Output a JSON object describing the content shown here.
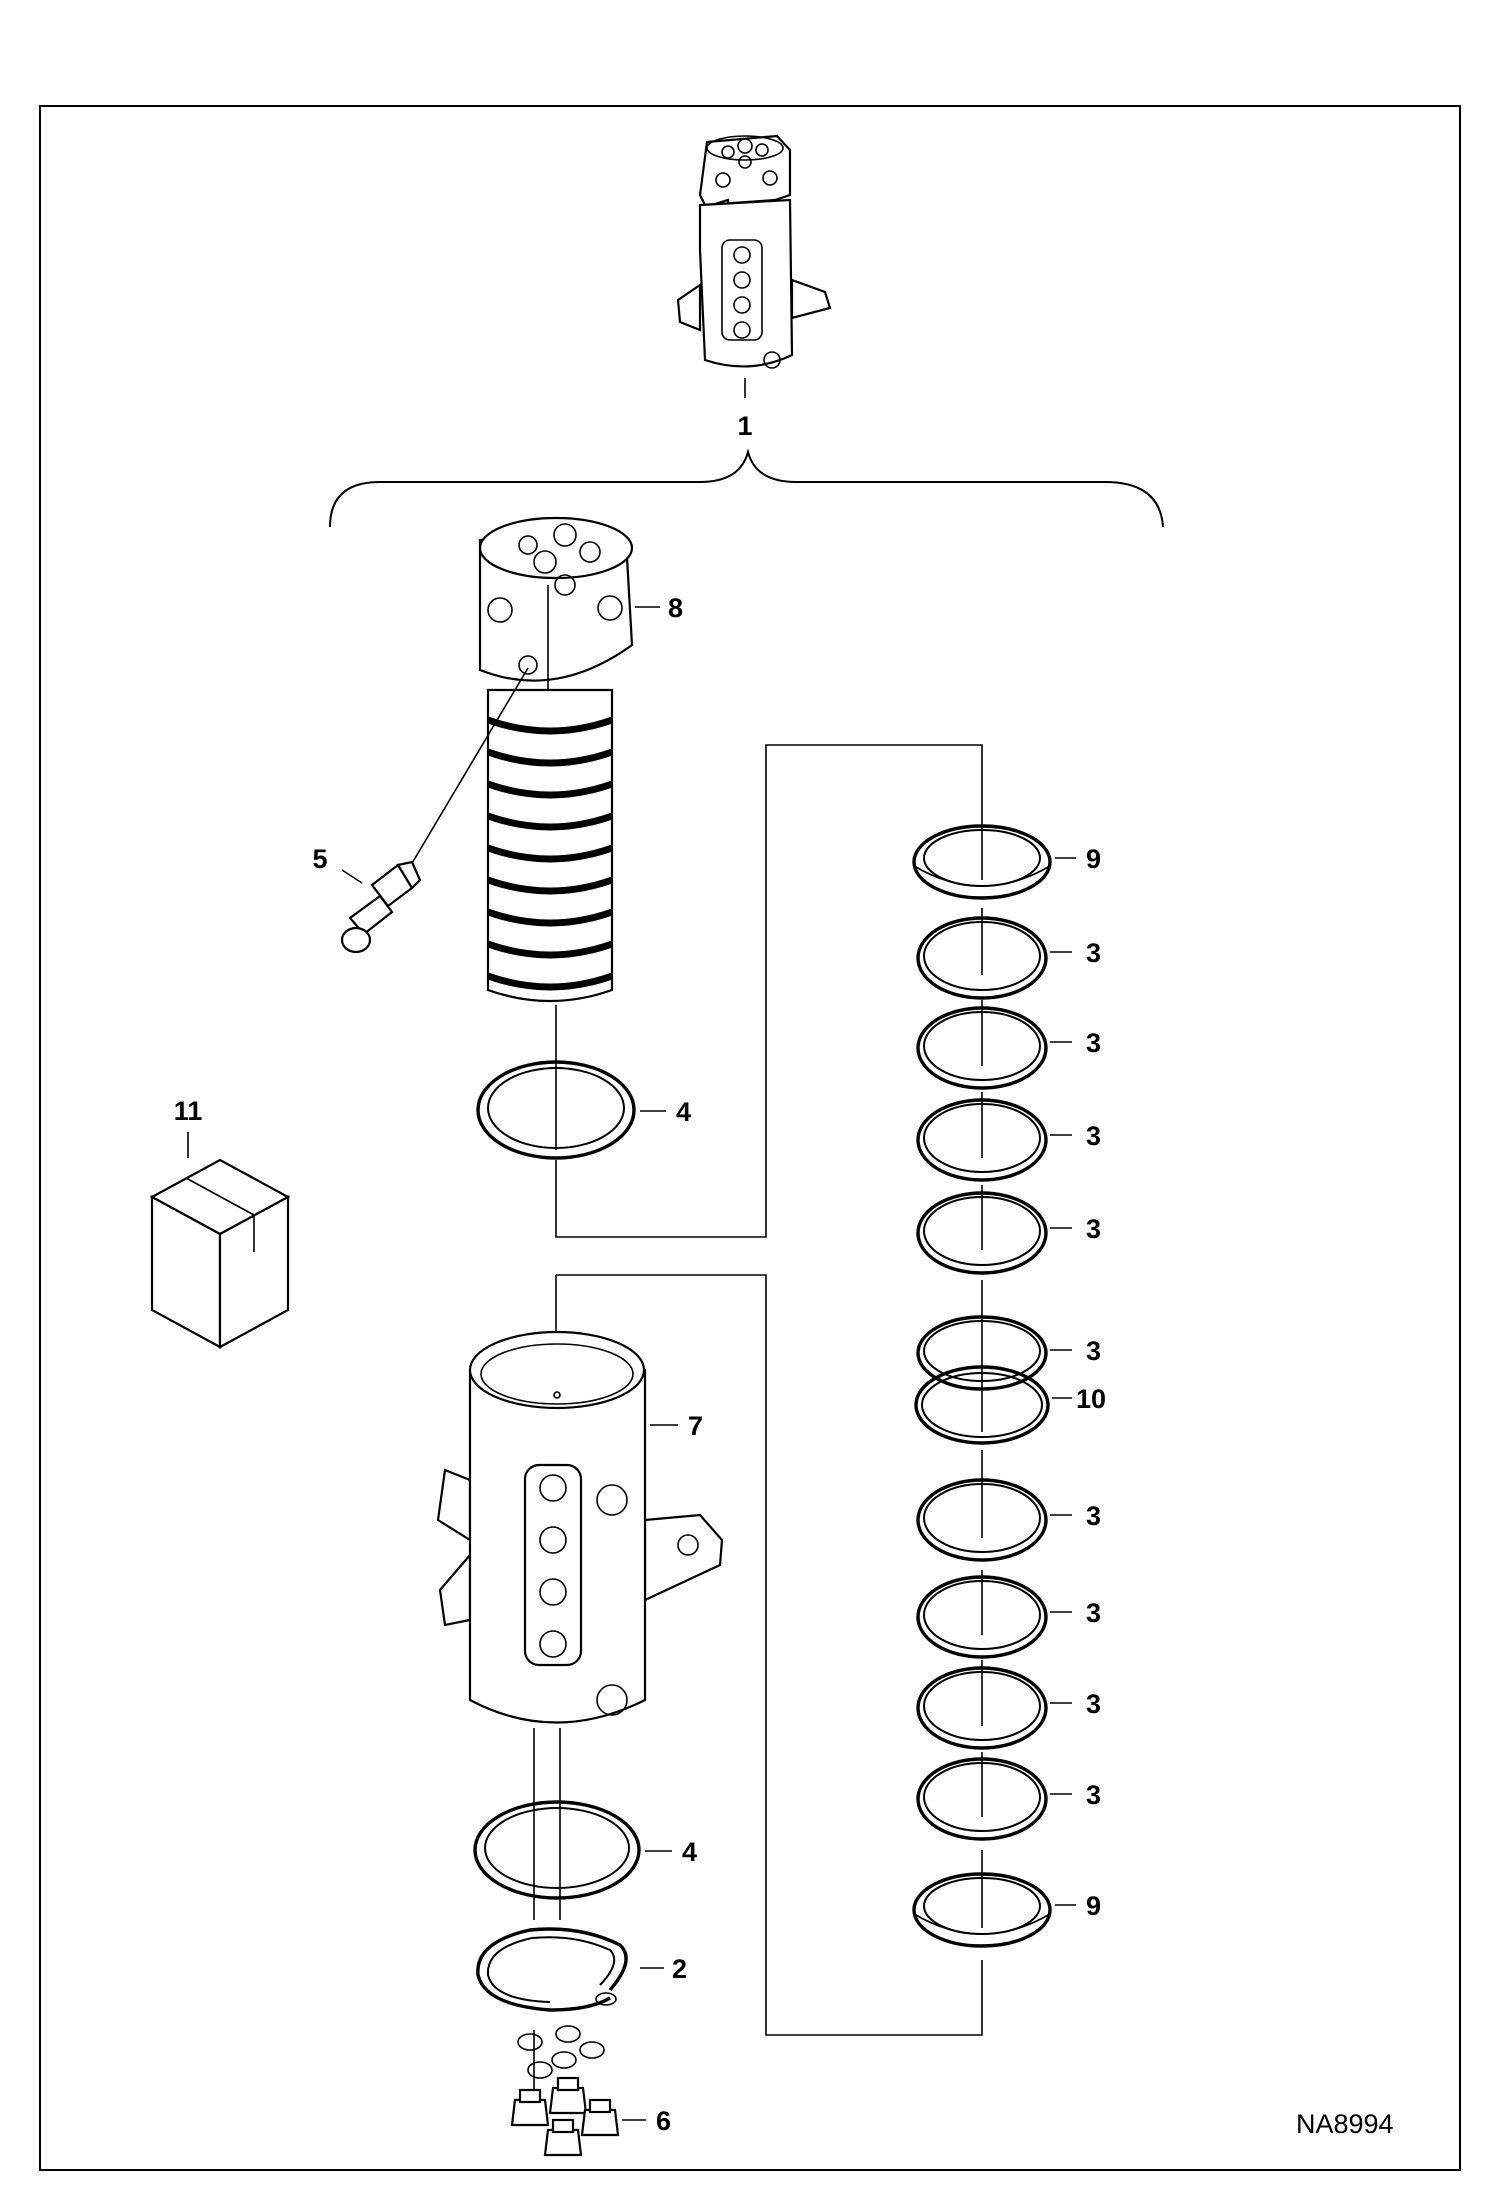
{
  "drawing": {
    "code": "NA8994",
    "parts": [
      {
        "ref": "1"
      },
      {
        "ref": "2"
      },
      {
        "ref": "3"
      },
      {
        "ref": "4"
      },
      {
        "ref": "5"
      },
      {
        "ref": "6"
      },
      {
        "ref": "7"
      },
      {
        "ref": "8"
      },
      {
        "ref": "9"
      },
      {
        "ref": "10"
      },
      {
        "ref": "11"
      }
    ],
    "callouts": {
      "c1": "1",
      "c8": "8",
      "c5": "5",
      "c4a": "4",
      "c11": "11",
      "c7": "7",
      "c4b": "4",
      "c2": "2",
      "c6": "6",
      "c9a": "9",
      "c3a": "3",
      "c3b": "3",
      "c3c": "3",
      "c3d": "3",
      "c3e": "3",
      "c10": "10",
      "c3f": "3",
      "c3g": "3",
      "c3h": "3",
      "c3i": "3",
      "c9b": "9"
    }
  }
}
